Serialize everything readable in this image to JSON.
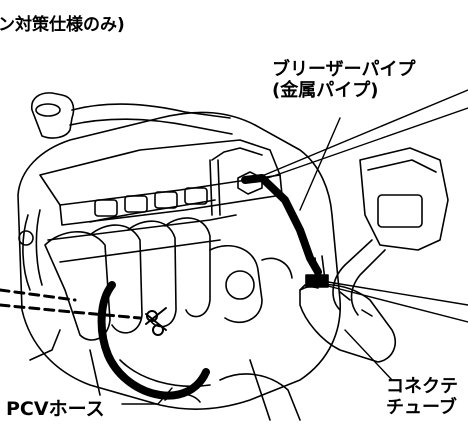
{
  "header_note": "ン対策仕様のみ)",
  "callouts": {
    "breather_pipe": {
      "line1": "ブリーザーパイプ",
      "line2": "(金属パイプ)"
    },
    "pcv_hose": "PCVホース",
    "connector_tube": {
      "line1": "コネクテ",
      "line2": "チューブ"
    }
  },
  "colors": {
    "line": "#000000",
    "background": "#ffffff"
  }
}
